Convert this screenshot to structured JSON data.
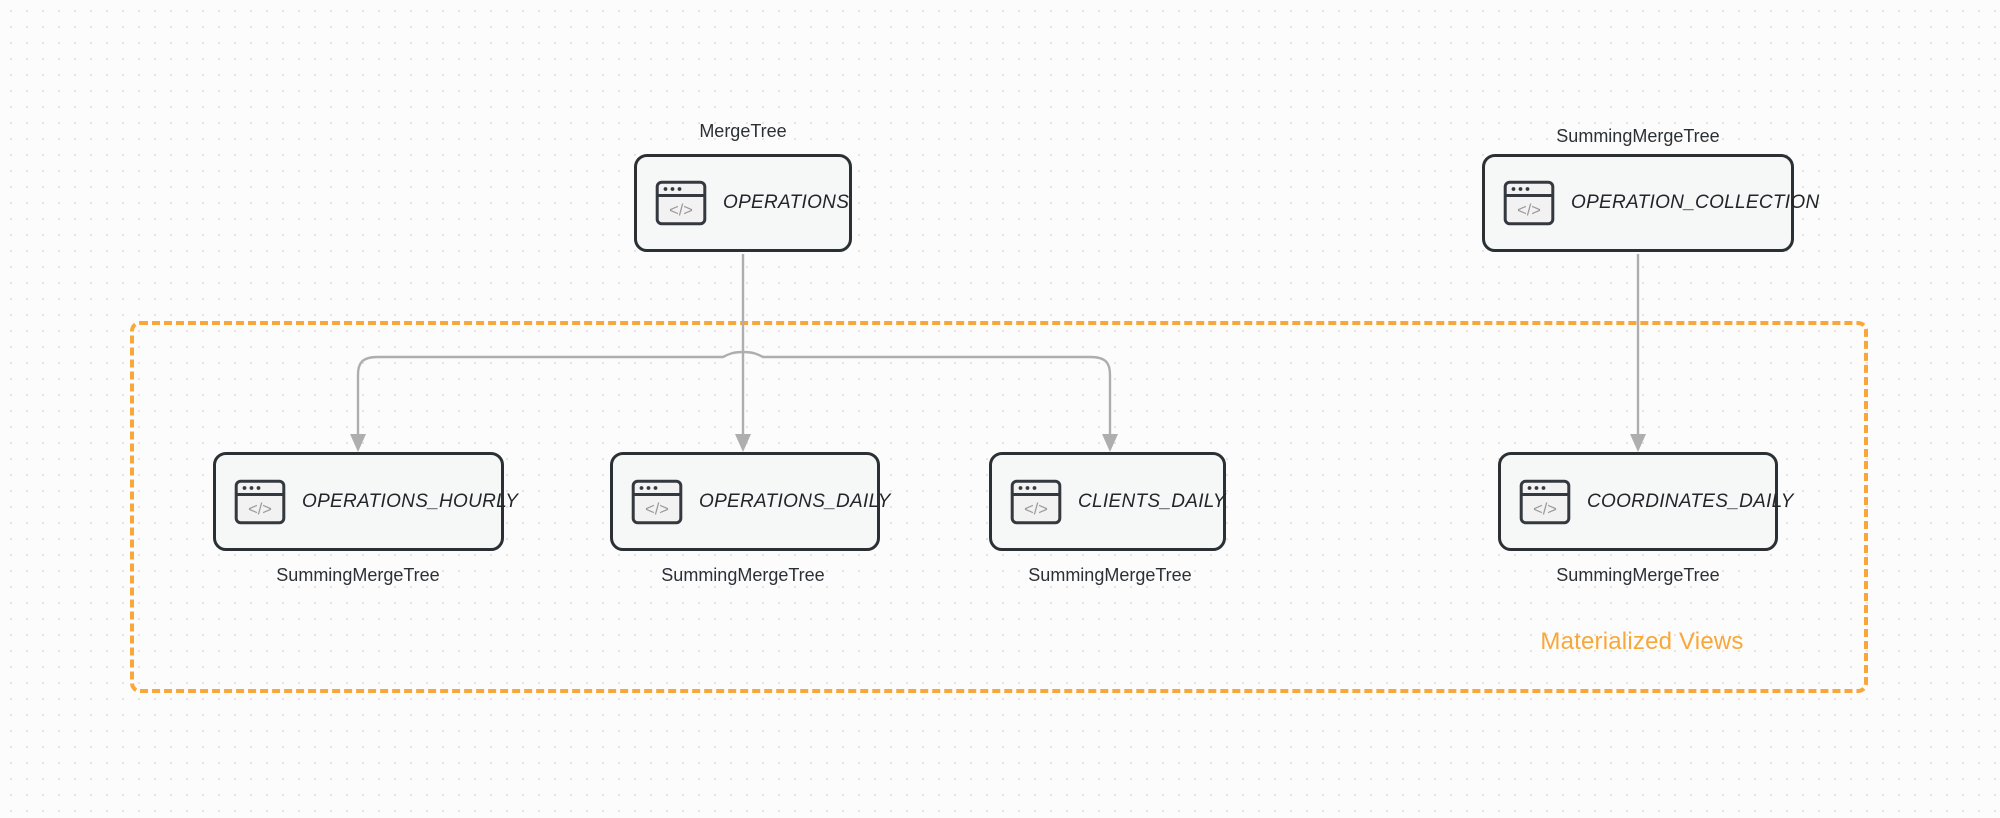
{
  "diagram": {
    "title": "ClickHouse table and materialized view topology",
    "background_color": "#FCFCFC",
    "accent_color": "#F9A738",
    "node_border_color": "#2B3035",
    "node_fill_color": "#F6F7F7",
    "edge_color": "#AEAEAE"
  },
  "group": {
    "label": "Materialized Views",
    "color": "#F9A738",
    "style": "dashed"
  },
  "nodes": [
    {
      "id": "operations",
      "label": "OPERATIONS",
      "engine": "MergeTree",
      "engine_position": "above",
      "icon": "code-window-icon",
      "row": "top"
    },
    {
      "id": "operation_collection",
      "label": "OPERATION_COLLECTION",
      "engine": "SummingMergeTree",
      "engine_position": "above",
      "icon": "code-window-icon",
      "row": "top"
    },
    {
      "id": "operations_hourly",
      "label": "OPERATIONS_HOURLY",
      "engine": "SummingMergeTree",
      "engine_position": "below",
      "icon": "code-window-icon",
      "row": "bottom"
    },
    {
      "id": "operations_daily",
      "label": "OPERATIONS_DAILY",
      "engine": "SummingMergeTree",
      "engine_position": "below",
      "icon": "code-window-icon",
      "row": "bottom"
    },
    {
      "id": "clients_daily",
      "label": "CLIENTS_DAILY",
      "engine": "SummingMergeTree",
      "engine_position": "below",
      "icon": "code-window-icon",
      "row": "bottom"
    },
    {
      "id": "coordinates_daily",
      "label": "COORDINATES_DAILY",
      "engine": "SummingMergeTree",
      "engine_position": "below",
      "icon": "code-window-icon",
      "row": "bottom"
    }
  ],
  "edges": [
    {
      "from": "operations",
      "to": "operations_hourly",
      "arrow": "triangle"
    },
    {
      "from": "operations",
      "to": "operations_daily",
      "arrow": "triangle"
    },
    {
      "from": "operations",
      "to": "clients_daily",
      "arrow": "triangle"
    },
    {
      "from": "operation_collection",
      "to": "coordinates_daily",
      "arrow": "triangle"
    }
  ]
}
